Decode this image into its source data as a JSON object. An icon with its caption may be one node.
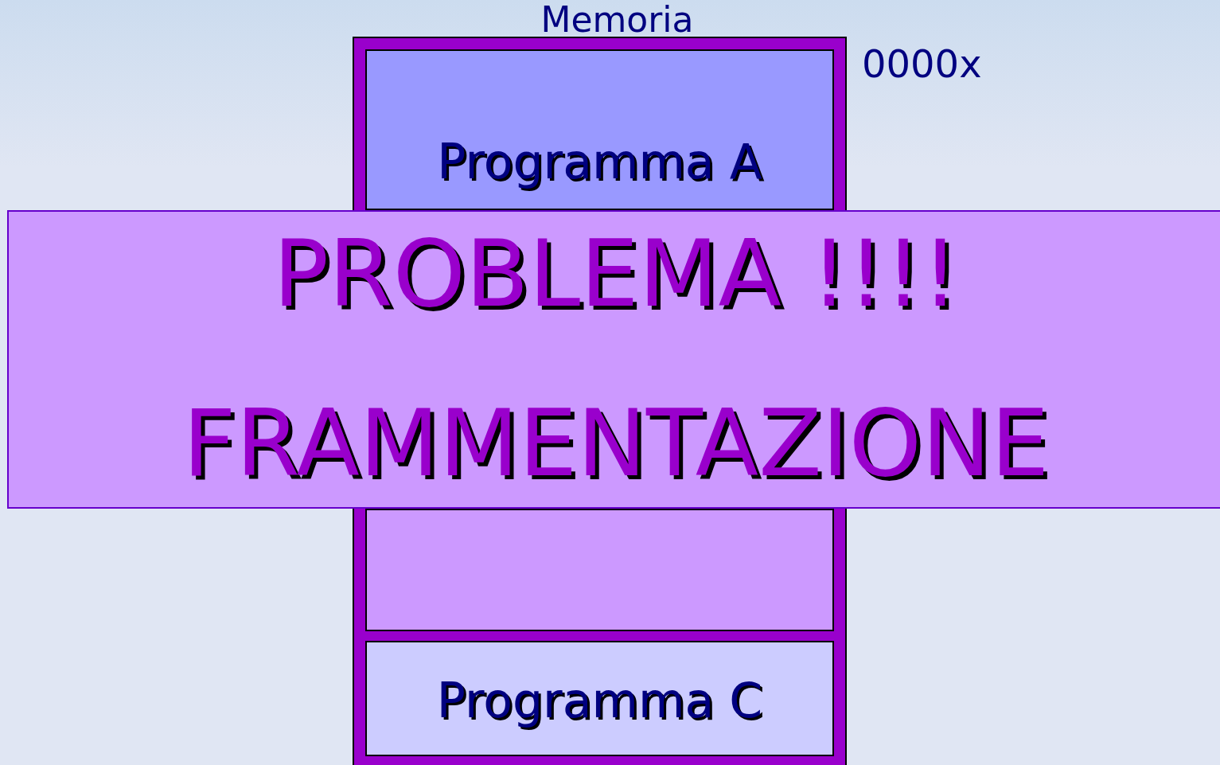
{
  "diagram": {
    "nodes": [
      {
        "text": [
          "Memoria"
        ],
        "beside": [
          "0000x"
        ]
      },
      {
        "text": [
          "Programma A"
        ],
        "in": 0
      },
      {
        "text": [],
        "shape": "box",
        "in": 0
      },
      {
        "text": [
          "Programma C"
        ],
        "in": 0
      },
      {
        "text": [
          "PROBLEMA !!!!",
          "FRAMMENTAZIONE"
        ]
      }
    ]
  }
}
